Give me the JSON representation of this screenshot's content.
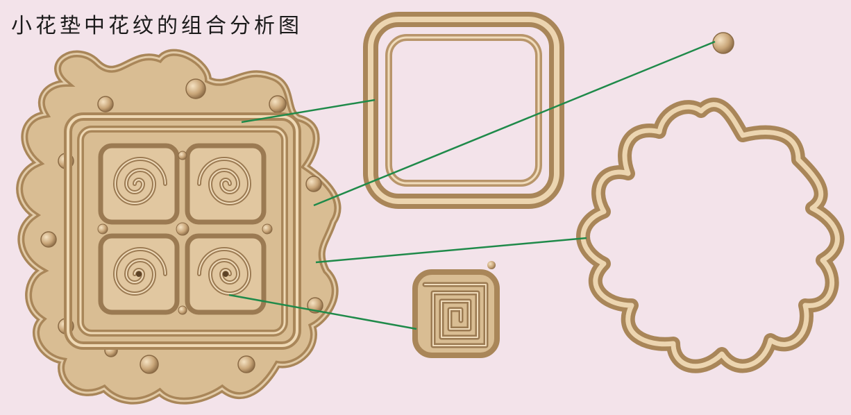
{
  "title": "小花垫中花纹的组合分析图",
  "colors": {
    "background": "#f3e3ea",
    "clay_light": "#ead2ad",
    "clay_mid": "#c9a679",
    "clay_dark": "#8a6a45",
    "connector": "#1f8a4a"
  },
  "components": [
    {
      "name": "square-frame"
    },
    {
      "name": "small-dot"
    },
    {
      "name": "wavy-ring"
    },
    {
      "name": "square-spiral"
    }
  ]
}
